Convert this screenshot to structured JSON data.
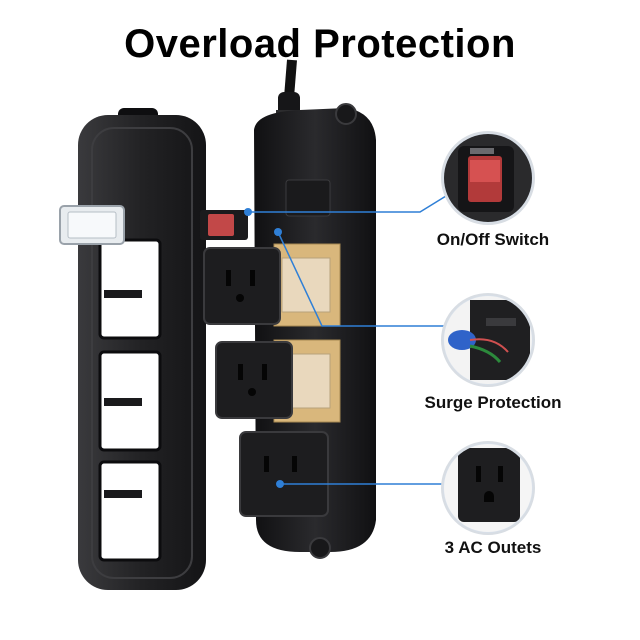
{
  "title": "Overload Protection",
  "callouts": [
    {
      "label": "On/Off Switch",
      "icon": "rocker-switch-icon"
    },
    {
      "label": "Surge Protection",
      "icon": "surge-component-icon"
    },
    {
      "label": "3 AC Outets",
      "icon": "ac-outlet-icon"
    }
  ],
  "colors": {
    "body": "#1b1b1d",
    "pointer": "#2f7fd6",
    "circuit_board": "#d9b77c",
    "switch": "#d8504f"
  }
}
